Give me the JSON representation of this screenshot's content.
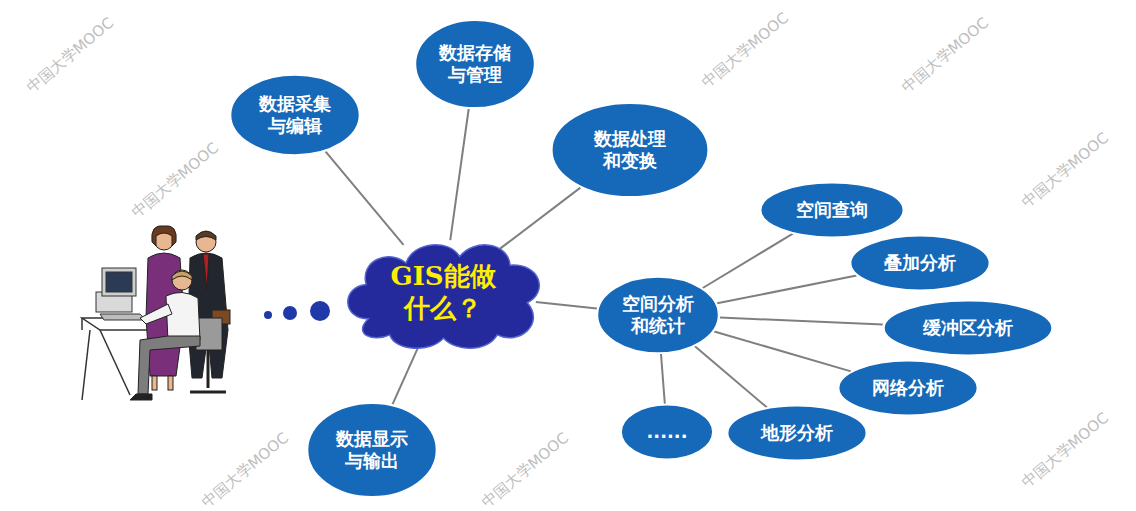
{
  "diagram": {
    "nodes": [
      {
        "text": [
          "GIS能做 什么？"
        ]
      },
      {
        "text": [
          "数据采集 与编辑"
        ]
      },
      {
        "text": [
          "数据存储 与管理"
        ]
      },
      {
        "text": [
          "数据处理 和变换"
        ]
      },
      {
        "text": [
          "空间分析 和统计"
        ]
      },
      {
        "text": [
          "数据显示 与输出"
        ]
      },
      {
        "text": [
          "空间查询"
        ]
      },
      {
        "text": [
          "叠加分析"
        ]
      },
      {
        "text": [
          "缓冲区分析"
        ]
      },
      {
        "text": [
          "网络分析"
        ]
      },
      {
        "text": [
          "地形分析"
        ]
      },
      {
        "text": [
          "......"
        ]
      }
    ],
    "edges": [
      {
        "from": 0,
        "to": 1,
        "arrow": "none"
      },
      {
        "from": 0,
        "to": 2,
        "arrow": "none"
      },
      {
        "from": 0,
        "to": 3,
        "arrow": "none"
      },
      {
        "from": 0,
        "to": 4,
        "arrow": "none"
      },
      {
        "from": 0,
        "to": 5,
        "arrow": "none"
      },
      {
        "from": 4,
        "to": 6,
        "arrow": "none"
      },
      {
        "from": 4,
        "to": 7,
        "arrow": "none"
      },
      {
        "from": 4,
        "to": 8,
        "arrow": "none"
      },
      {
        "from": 4,
        "to": 9,
        "arrow": "none"
      },
      {
        "from": 4,
        "to": 10,
        "arrow": "none"
      },
      {
        "from": 4,
        "to": 11,
        "arrow": "none"
      }
    ],
    "labels": [
      "中国大学MOOC",
      "中国大学MOOC",
      "中国大学MOOC",
      "中国大学MOOC",
      "中国大学MOOC",
      "中国大学MOOC",
      "中国大学MOOC",
      "中国大学MOOC"
    ]
  }
}
